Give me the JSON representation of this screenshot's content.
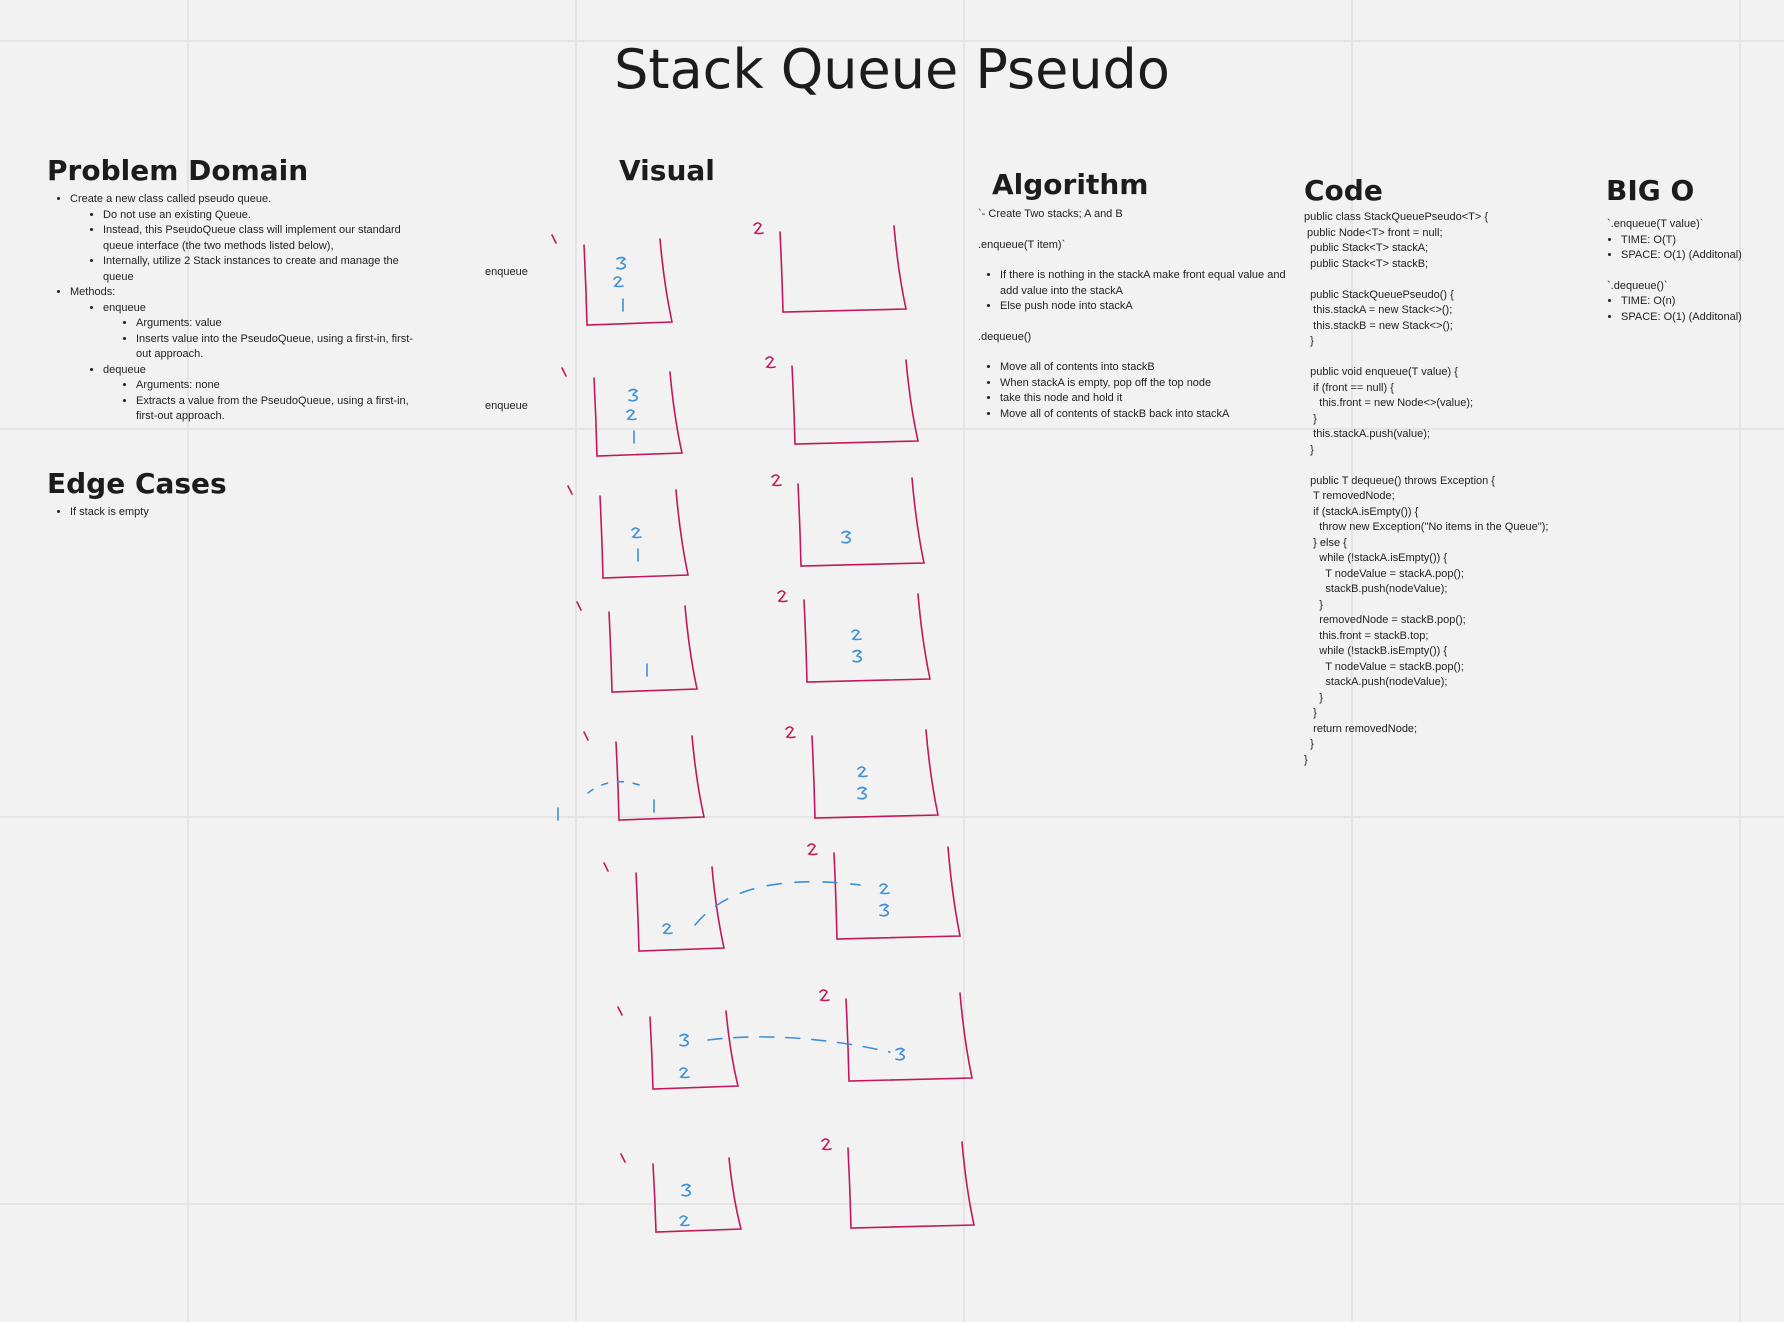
{
  "title": "Stack Queue Pseudo",
  "problem_domain": {
    "heading": "Problem Domain",
    "items": [
      {
        "text": "Create a new class called pseudo queue.",
        "children": [
          {
            "text": "Do not use an existing Queue."
          },
          {
            "text": "Instead, this PseudoQueue class will implement our standard queue interface (the two methods listed below),"
          },
          {
            "text": "Internally, utilize 2 Stack instances to create and manage the queue"
          }
        ]
      },
      {
        "text": "Methods:",
        "children": [
          {
            "text": "enqueue",
            "children": [
              "Arguments: value",
              "Inserts value into the PseudoQueue, using a first-in, first-out approach."
            ]
          },
          {
            "text": "dequeue",
            "children": [
              "Arguments: none",
              "Extracts a value from the PseudoQueue, using a first-in, first-out approach."
            ]
          }
        ]
      }
    ]
  },
  "edge_cases": {
    "heading": "Edge Cases",
    "items": [
      "If stack is empty"
    ]
  },
  "visual": {
    "heading": "Visual",
    "labels": [
      "enqueue",
      "enqueue"
    ]
  },
  "algorithm": {
    "heading": "Algorithm",
    "intro": "`- Create Two stacks; A and B",
    "enqueue_title": ".enqueue(T item)`",
    "enqueue_steps": [
      "If there is nothing in the stackA make front equal value and add value into the stackA",
      "Else push node into stackA"
    ],
    "dequeue_title": ".dequeue()",
    "dequeue_steps": [
      "Move all of contents into stackB",
      "When stackA is empty, pop off the top node",
      "take this node and hold it",
      "Move all of contents of stackB back into stackA"
    ]
  },
  "code": {
    "heading": "Code",
    "lines": [
      "public class StackQueuePseudo<T> {",
      " public Node<T> front = null;",
      "  public Stack<T> stackA;",
      "  public Stack<T> stackB;",
      "",
      "  public StackQueuePseudo() {",
      "   this.stackA = new Stack<>();",
      "   this.stackB = new Stack<>();",
      "  }",
      "",
      "  public void enqueue(T value) {",
      "   if (front == null) {",
      "     this.front = new Node<>(value);",
      "   }",
      "   this.stackA.push(value);",
      "  }",
      "",
      "  public T dequeue() throws Exception {",
      "   T removedNode;",
      "   if (stackA.isEmpty()) {",
      "     throw new Exception(\"No items in the Queue\");",
      "   } else {",
      "     while (!stackA.isEmpty()) {",
      "       T nodeValue = stackA.pop();",
      "       stackB.push(nodeValue);",
      "     }",
      "     removedNode = stackB.pop();",
      "     this.front = stackB.top;",
      "     while (!stackB.isEmpty()) {",
      "       T nodeValue = stackB.pop();",
      "       stackA.push(nodeValue);",
      "     }",
      "   }",
      "   return removedNode;",
      "  }",
      "}"
    ]
  },
  "big_o": {
    "heading": "BIG O",
    "groups": [
      {
        "title": "`.enqueue(T value)`",
        "items": [
          "TIME: O(T)",
          "SPACE: O(1) (Additonal)"
        ]
      },
      {
        "title": "`.dequeue()`",
        "items": [
          "TIME: O(n)",
          "SPACE: O(1) (Additonal)"
        ]
      }
    ]
  },
  "colors": {
    "stack_ink": "#c2185b",
    "value_ink": "#3d8fd6",
    "background": "#f2f2f2"
  }
}
